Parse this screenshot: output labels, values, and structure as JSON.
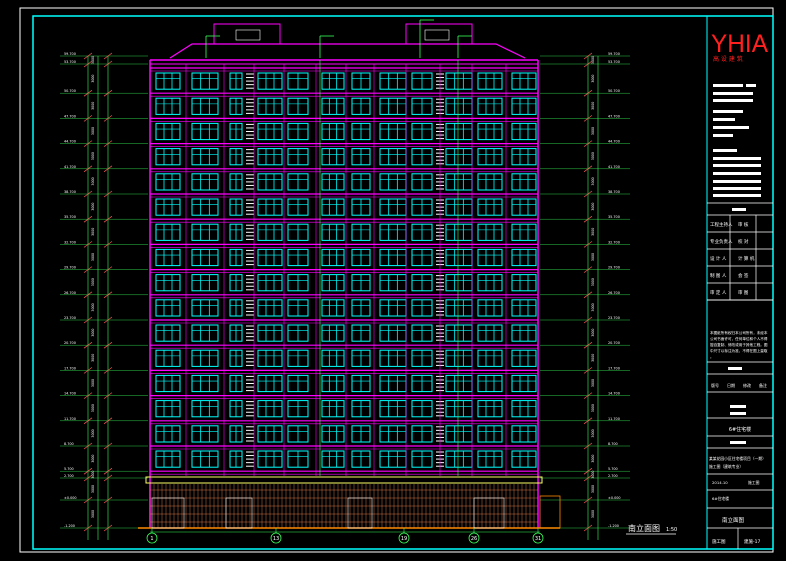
{
  "logo": {
    "text": "YHIA",
    "subtitle": "高 设 建 筑"
  },
  "drawing": {
    "title": "南立面图",
    "scale": "1:50",
    "floors": 17,
    "axis_labels": [
      "1",
      "13",
      "19",
      "26",
      "31"
    ],
    "left_elevations": [
      "59.700",
      "53.700",
      "50.700",
      "47.700",
      "44.700",
      "41.700",
      "38.700",
      "35.700",
      "32.700",
      "29.700",
      "26.700",
      "23.700",
      "20.700",
      "17.700",
      "14.700",
      "11.700",
      "8.700",
      "5.700",
      "2.700",
      "±0.000",
      "-1.200"
    ],
    "right_elevations": [
      "59.700",
      "53.700",
      "50.700",
      "47.700",
      "44.700",
      "41.700",
      "38.700",
      "35.700",
      "32.700",
      "29.700",
      "26.700",
      "23.700",
      "20.700",
      "17.700",
      "14.700",
      "11.700",
      "8.700",
      "5.700",
      "2.700",
      "±0.000",
      "-1.200"
    ],
    "floor_heights": "3000"
  },
  "title_block": {
    "rows": [
      {
        "left": "工程主持人",
        "right": "审 核"
      },
      {
        "left": "专业负责人",
        "right": "校 对"
      },
      {
        "left": "设 计 人",
        "right": "计 算 机"
      },
      {
        "left": "制 图 人",
        "right": "会 签"
      },
      {
        "left": "审 定 人",
        "right": "审 图"
      }
    ],
    "notes": "本图纸所有权归本公司所有，未经本公司书面许可，任何单位和个人不得擅自复制、修改或用于其他工程。图中尺寸以标注为准，不得在图上量取。",
    "header_cells": [
      "版号",
      "日期",
      "修改",
      "备注"
    ],
    "building_no": "6#住宅楼",
    "project_name": "某某花园小区住宅楼项目（一期）",
    "project_sub": "施工图（建筑专业）",
    "drawing_name": "南立面图",
    "date": "2014.10",
    "phase": "施工图",
    "sheet": "建施-17"
  }
}
